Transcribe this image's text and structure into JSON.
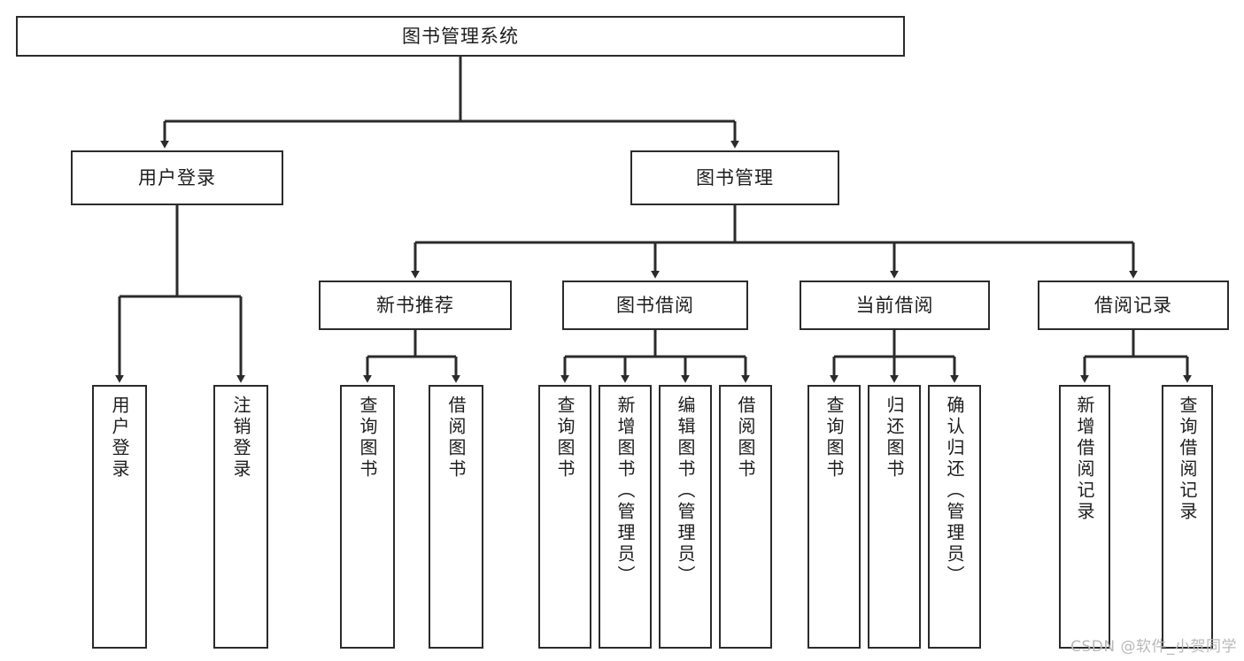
{
  "diagram": {
    "title": "图书管理系统",
    "type": "tree-hierarchy-diagram",
    "root": {
      "label": "图书管理系统"
    },
    "level2": [
      {
        "label": "用户登录"
      },
      {
        "label": "图书管理"
      }
    ],
    "level3": [
      {
        "label": "新书推荐"
      },
      {
        "label": "图书借阅"
      },
      {
        "label": "当前借阅"
      },
      {
        "label": "借阅记录"
      }
    ],
    "leaves": {
      "user_login": [
        {
          "label": "用户登录"
        },
        {
          "label": "注销登录"
        }
      ],
      "new_book_recommend": [
        {
          "label": "查询图书"
        },
        {
          "label": "借阅图书"
        }
      ],
      "book_borrow": [
        {
          "label": "查询图书"
        },
        {
          "label": "新增图书（管理员）"
        },
        {
          "label": "编辑图书（管理员）"
        },
        {
          "label": "借阅图书"
        }
      ],
      "current_borrow": [
        {
          "label": "查询图书"
        },
        {
          "label": "归还图书"
        },
        {
          "label": "确认归还（管理员）"
        }
      ],
      "borrow_record": [
        {
          "label": "新增借阅记录"
        },
        {
          "label": "查询借阅记录"
        }
      ]
    }
  },
  "watermark": {
    "text": "CSDN @软件_小贺同学"
  },
  "colors": {
    "stroke": "#2b2b2b",
    "background": "#ffffff",
    "text": "#1d1d1d",
    "watermark": "#b9b9b9"
  }
}
